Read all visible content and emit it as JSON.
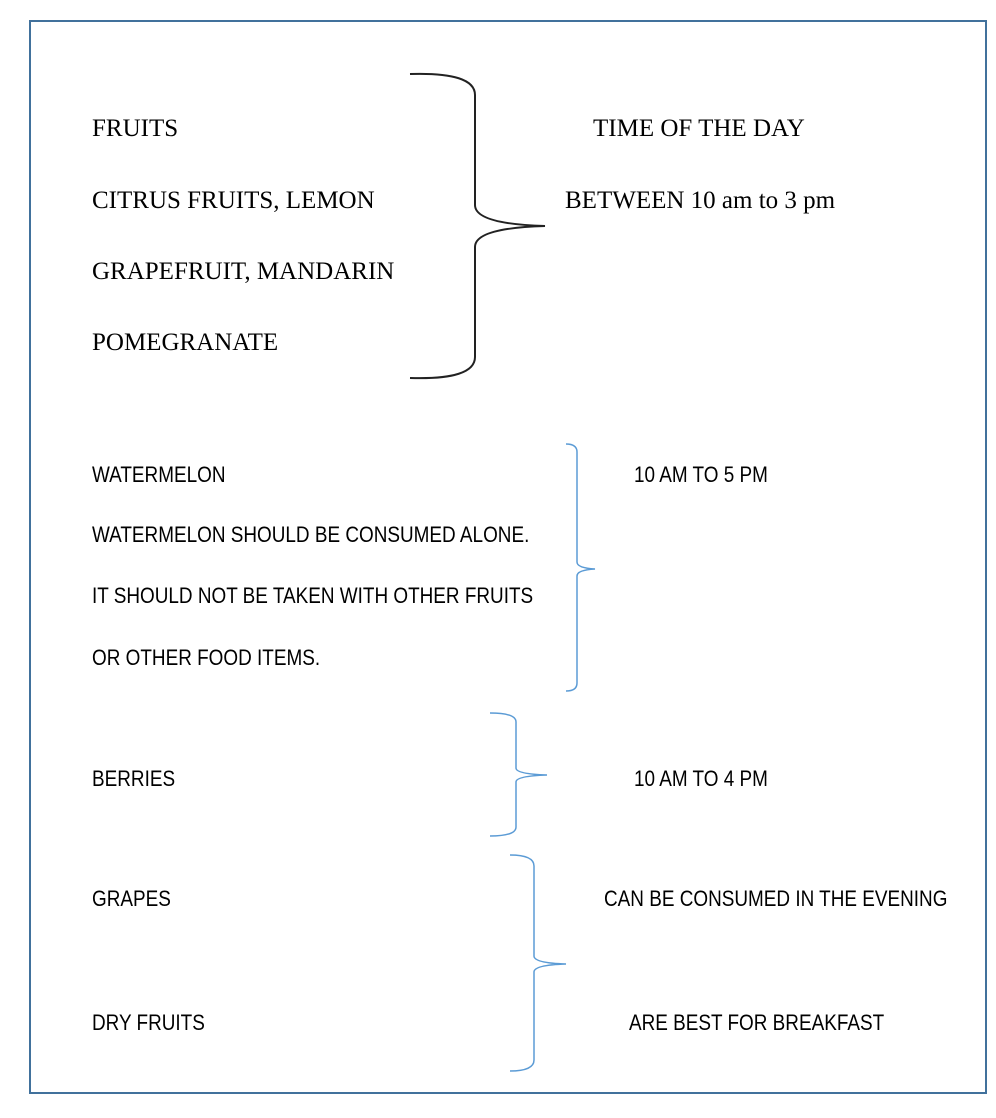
{
  "colors": {
    "border": "#41719c",
    "black_brace": "#222222",
    "blue_brace": "#5b9bd5",
    "text": "#000000"
  },
  "group1": {
    "header_left": "FRUITS",
    "header_right": "TIME OF THE DAY",
    "items": [
      "CITRUS FRUITS, LEMON",
      "GRAPEFRUIT, MANDARIN",
      "POMEGRANATE"
    ],
    "time": "BETWEEN 10 am to 3 pm"
  },
  "group2": {
    "items": [
      "WATERMELON",
      "WATERMELON SHOULD BE CONSUMED ALONE.",
      "IT SHOULD NOT BE TAKEN WITH OTHER FRUITS",
      "OR OTHER FOOD ITEMS."
    ],
    "time": "10 AM TO 5 PM"
  },
  "group3": {
    "item": "BERRIES",
    "time": "10 AM TO 4 PM"
  },
  "group4": {
    "items": [
      "GRAPES",
      "DRY FRUITS"
    ],
    "notes": [
      "CAN BE CONSUMED IN THE EVENING",
      "ARE BEST FOR BREAKFAST"
    ]
  }
}
